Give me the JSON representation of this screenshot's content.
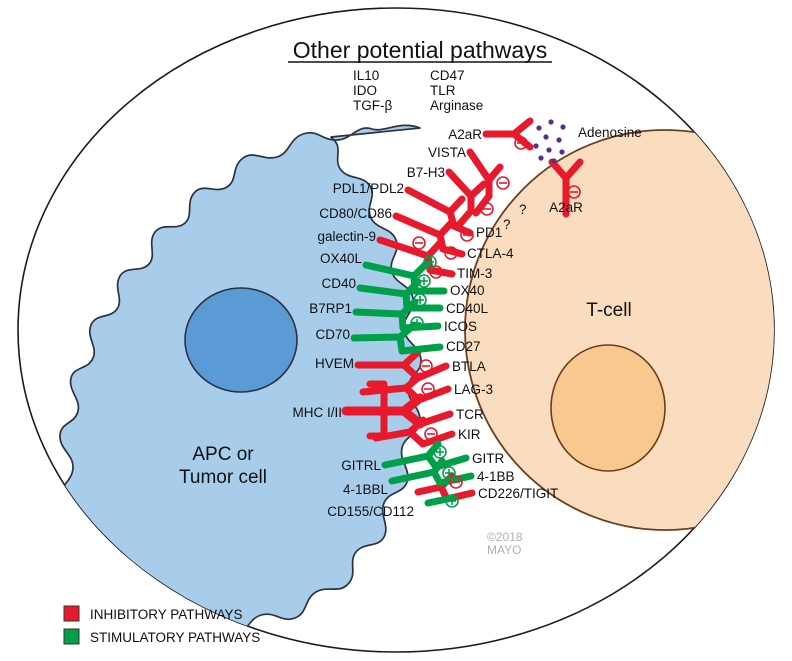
{
  "header": {
    "title": "Other potential pathways",
    "column_1": [
      "IL10",
      "IDO",
      "TGF-β"
    ],
    "column_2": [
      "CD47",
      "TLR",
      "Arginase"
    ]
  },
  "cells": {
    "apc_label_line1": "APC or",
    "apc_label_line2": "Tumor cell",
    "tcell_label": "T-cell"
  },
  "soluble": {
    "adenosine_label": "Adenosine",
    "apc_a2ar_label": "A2aR",
    "tcell_a2ar_label": "A2aR",
    "question_mark_1": "?",
    "question_mark_2": "?"
  },
  "colors": {
    "inhibitory": "#e8192c",
    "stimulatory": "#00a04b",
    "apc_cytoplasm": "#a8cdeb",
    "apc_nucleus": "#5b9bd5",
    "tcell_cytoplasm": "#fadcbe",
    "tcell_nucleus": "#f9c890",
    "adenosine_dot": "#5b2d8e",
    "outline": "#1a1a24",
    "tcell_outline": "#6b3f1d",
    "copyright_text": "#b0b0b0"
  },
  "pairs": [
    {
      "ligand": "A2aR",
      "receptor": "",
      "type": "inhibitory"
    },
    {
      "ligand": "VISTA",
      "receptor": "",
      "type": "inhibitory"
    },
    {
      "ligand": "B7-H3",
      "receptor": "",
      "type": "inhibitory"
    },
    {
      "ligand": "PDL1/PDL2",
      "receptor": "PD1",
      "type": "inhibitory"
    },
    {
      "ligand": "CD80/CD86",
      "receptor": "CTLA-4",
      "type": "inhibitory"
    },
    {
      "ligand": "galectin-9",
      "receptor": "TIM-3",
      "type": "inhibitory"
    },
    {
      "ligand": "OX40L",
      "receptor": "OX40",
      "type": "stimulatory"
    },
    {
      "ligand": "CD40",
      "receptor": "CD40L",
      "type": "stimulatory"
    },
    {
      "ligand": "B7RP1",
      "receptor": "ICOS",
      "type": "stimulatory"
    },
    {
      "ligand": "CD70",
      "receptor": "CD27",
      "type": "stimulatory"
    },
    {
      "ligand": "HVEM",
      "receptor": "BTLA",
      "type": "inhibitory"
    },
    {
      "ligand": "",
      "receptor": "LAG-3",
      "type": "inhibitory"
    },
    {
      "ligand": "MHC I/II",
      "receptor": "TCR",
      "type": "inhibitory"
    },
    {
      "ligand": "",
      "receptor": "KIR",
      "type": "inhibitory"
    },
    {
      "ligand": "GITRL",
      "receptor": "GITR",
      "type": "stimulatory"
    },
    {
      "ligand": "4-1BBL",
      "receptor": "4-1BB",
      "type": "stimulatory"
    },
    {
      "ligand": "CD155/CD112",
      "receptor": "CD226/TIGIT",
      "type": "inhibitory"
    }
  ],
  "ligand_labels": [
    "A2aR",
    "VISTA",
    "B7-H3",
    "PDL1/PDL2",
    "CD80/CD86",
    "galectin-9",
    "OX40L",
    "CD40",
    "B7RP1",
    "CD70",
    "HVEM",
    "MHC I/II",
    "GITRL",
    "4-1BBL",
    "CD155/CD112"
  ],
  "receptor_labels": [
    "PD1",
    "CTLA-4",
    "TIM-3",
    "OX40",
    "CD40L",
    "ICOS",
    "CD27",
    "BTLA",
    "LAG-3",
    "TCR",
    "KIR",
    "GITR",
    "4-1BB",
    "CD226/TIGIT"
  ],
  "legend": {
    "items": [
      {
        "label": "INHIBITORY PATHWAYS",
        "color": "#e8192c"
      },
      {
        "label": "STIMULATORY PATHWAYS",
        "color": "#00a04b"
      }
    ]
  },
  "copyright": {
    "line1": "©2018",
    "line2": "MAYO"
  },
  "symbols": {
    "inhibitory_sign": "⊖",
    "stimulatory_sign": "⊕"
  }
}
